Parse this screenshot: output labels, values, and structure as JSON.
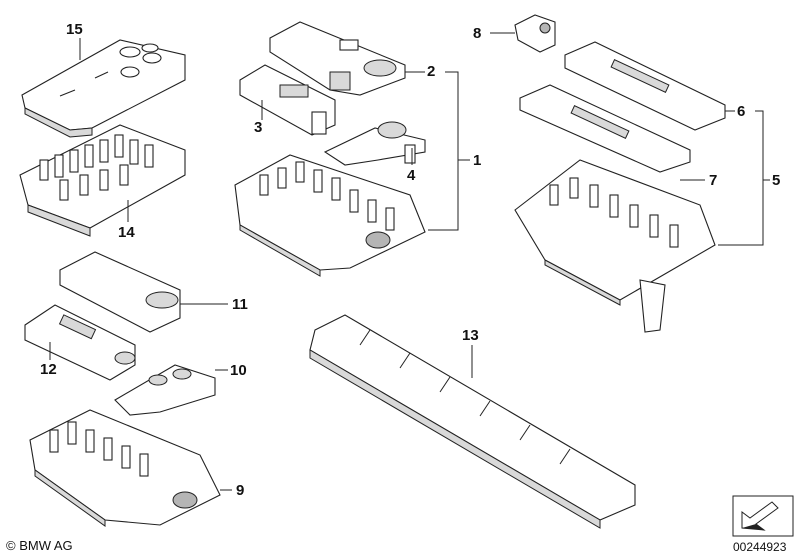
{
  "callouts": {
    "c1": "1",
    "c2": "2",
    "c3": "3",
    "c4": "4",
    "c5": "5",
    "c6": "6",
    "c7": "7",
    "c8": "8",
    "c9": "9",
    "c10": "10",
    "c11": "11",
    "c12": "12",
    "c13": "13",
    "c14": "14",
    "c15": "15"
  },
  "footer": {
    "copyright": "© BMW AG",
    "diagram_number": "00244923"
  },
  "icons": {
    "orientation": "direction-arrow-icon"
  }
}
